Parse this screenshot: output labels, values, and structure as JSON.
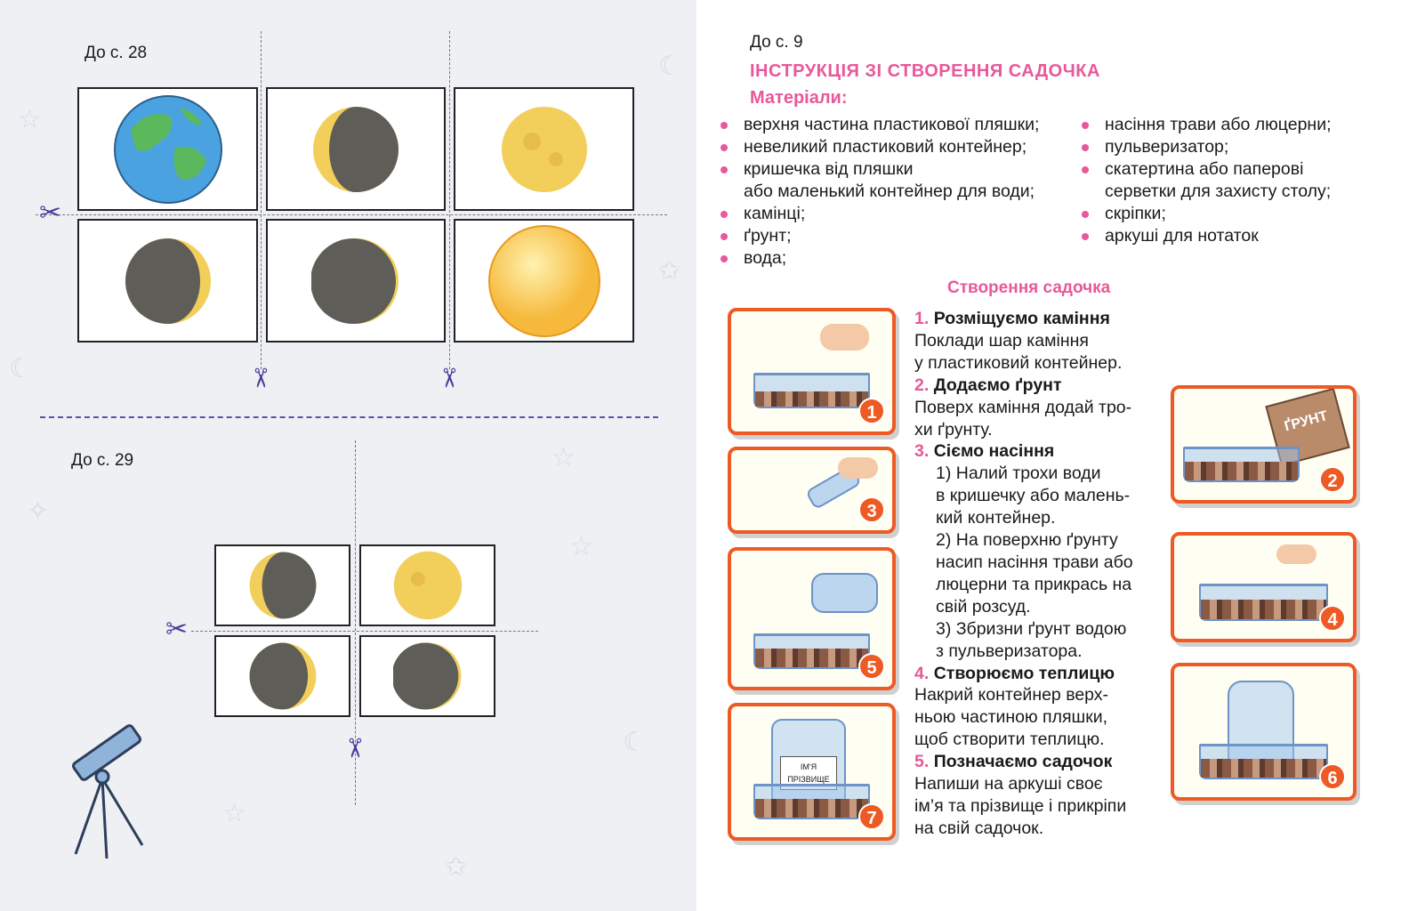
{
  "left_page": {
    "section1": {
      "ref": "До с. 28",
      "cards": [
        "earth",
        "waxing-crescent-dark",
        "full-moon",
        "waning-crescent",
        "waning-gibbous-dark",
        "sun"
      ]
    },
    "section2": {
      "ref": "До с. 29",
      "cards": [
        "crescent",
        "full-moon",
        "crescent-left",
        "dark-moon"
      ]
    }
  },
  "right_page": {
    "ref": "До с. 9",
    "title": "ІНСТРУКЦІЯ ЗІ СТВОРЕННЯ САДОЧКА",
    "materials_label": "Матеріали:",
    "materials_col1": [
      "верхня частина пластикової пляшки;",
      "невеликий пластиковий контейнер;",
      "кришечка від пляшки",
      "або маленький контейнер для води;",
      "камінці;",
      "ґрунт;",
      "вода;"
    ],
    "materials_col2": [
      "насіння трави або люцерни;",
      "пульверизатор;",
      "скатертина або паперові",
      "серветки для захисту столу;",
      "скріпки;",
      "аркуші для нотаток"
    ],
    "subtitle": "Створення садочка",
    "steps": [
      {
        "num": "1.",
        "title": "Розміщуємо каміння",
        "lines": [
          "Поклади шар каміння",
          "у пластиковий контейнер."
        ]
      },
      {
        "num": "2.",
        "title": "Додаємо ґрунт",
        "lines": [
          "Поверх каміння додай тро-",
          "хи ґрунту."
        ]
      },
      {
        "num": "3.",
        "title": "Сіємо насіння",
        "sub": [
          "1) Налий трохи води",
          "в кришечку або малень-",
          "кий контейнер.",
          "2) На поверхню ґрунту",
          "насип насіння трави або",
          "люцерни та прикрась на",
          "свій розсуд.",
          "3) Збризни ґрунт водою",
          "з пульверизатора."
        ]
      },
      {
        "num": "4.",
        "title": "Створюємо теплицю",
        "lines": [
          "Накрий контейнер верх-",
          "ньою частиною пляшки,",
          "щоб створити теплицю."
        ]
      },
      {
        "num": "5.",
        "title": "Позначаємо садочок",
        "lines": [
          "Напиши на аркуші своє",
          "ім’я та прізвище і прикріпи",
          "на свій садочок."
        ]
      }
    ],
    "badges": [
      "1",
      "2",
      "3",
      "4",
      "5",
      "6",
      "7"
    ],
    "bag_label": "ҐРУНТ",
    "bottle_label": [
      "ІМ'Я",
      "ПРІЗВИЩЕ"
    ]
  },
  "colors": {
    "accent_pink": "#e8589a",
    "frame_orange": "#ee5a24",
    "scissors": "#4a3d9a"
  }
}
